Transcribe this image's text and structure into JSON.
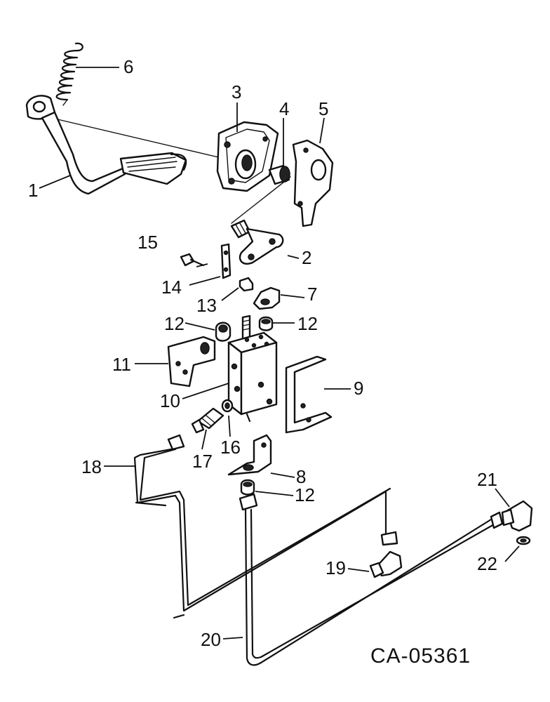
{
  "diagram_code": "CA-05361",
  "callouts": {
    "c1": "1",
    "c2": "2",
    "c3": "3",
    "c4": "4",
    "c5": "5",
    "c6": "6",
    "c7": "7",
    "c8": "8",
    "c9": "9",
    "c10": "10",
    "c11": "11",
    "c12a": "12",
    "c12b": "12",
    "c12c": "12",
    "c13": "13",
    "c14": "14",
    "c15": "15",
    "c16": "16",
    "c17": "17",
    "c18": "18",
    "c19": "19",
    "c20": "20",
    "c21": "21",
    "c22": "22"
  }
}
